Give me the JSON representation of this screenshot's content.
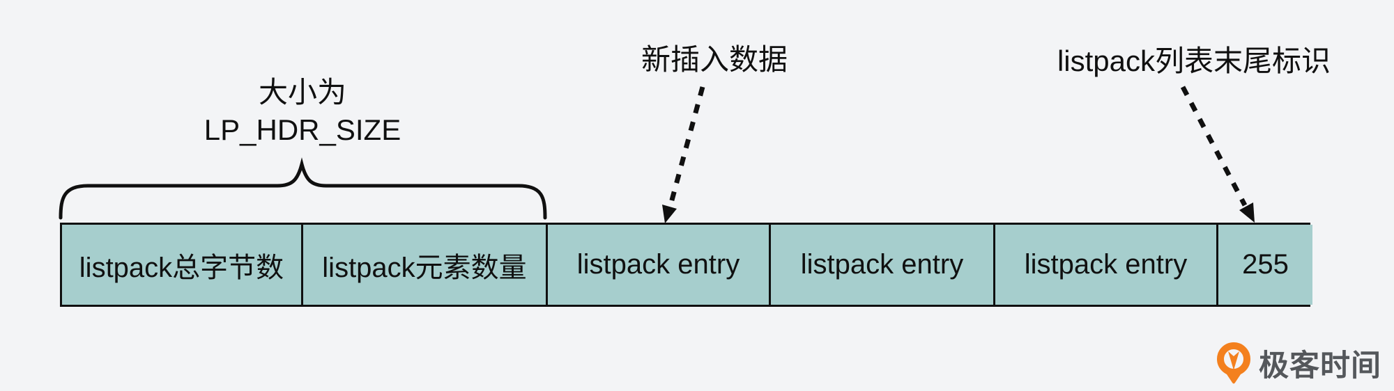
{
  "colors": {
    "background": "#f3f4f6",
    "cell_fill": "#a6cecd",
    "border": "#101010",
    "text": "#101010",
    "logo_orange": "#f3801e",
    "logo_text_color": "#54575b"
  },
  "annotations": {
    "header_size": {
      "line1": "大小为",
      "line2": "LP_HDR_SIZE"
    },
    "new_data_label": "新插入数据",
    "end_marker_label": "listpack列表末尾标识"
  },
  "bar": {
    "cells": [
      {
        "label": "listpack总字节数"
      },
      {
        "label": "listpack元素数量"
      },
      {
        "label": "listpack entry"
      },
      {
        "label": "listpack entry"
      },
      {
        "label": "listpack entry"
      },
      {
        "label": "255"
      }
    ]
  },
  "footer": {
    "logo_text": "极客时间"
  }
}
